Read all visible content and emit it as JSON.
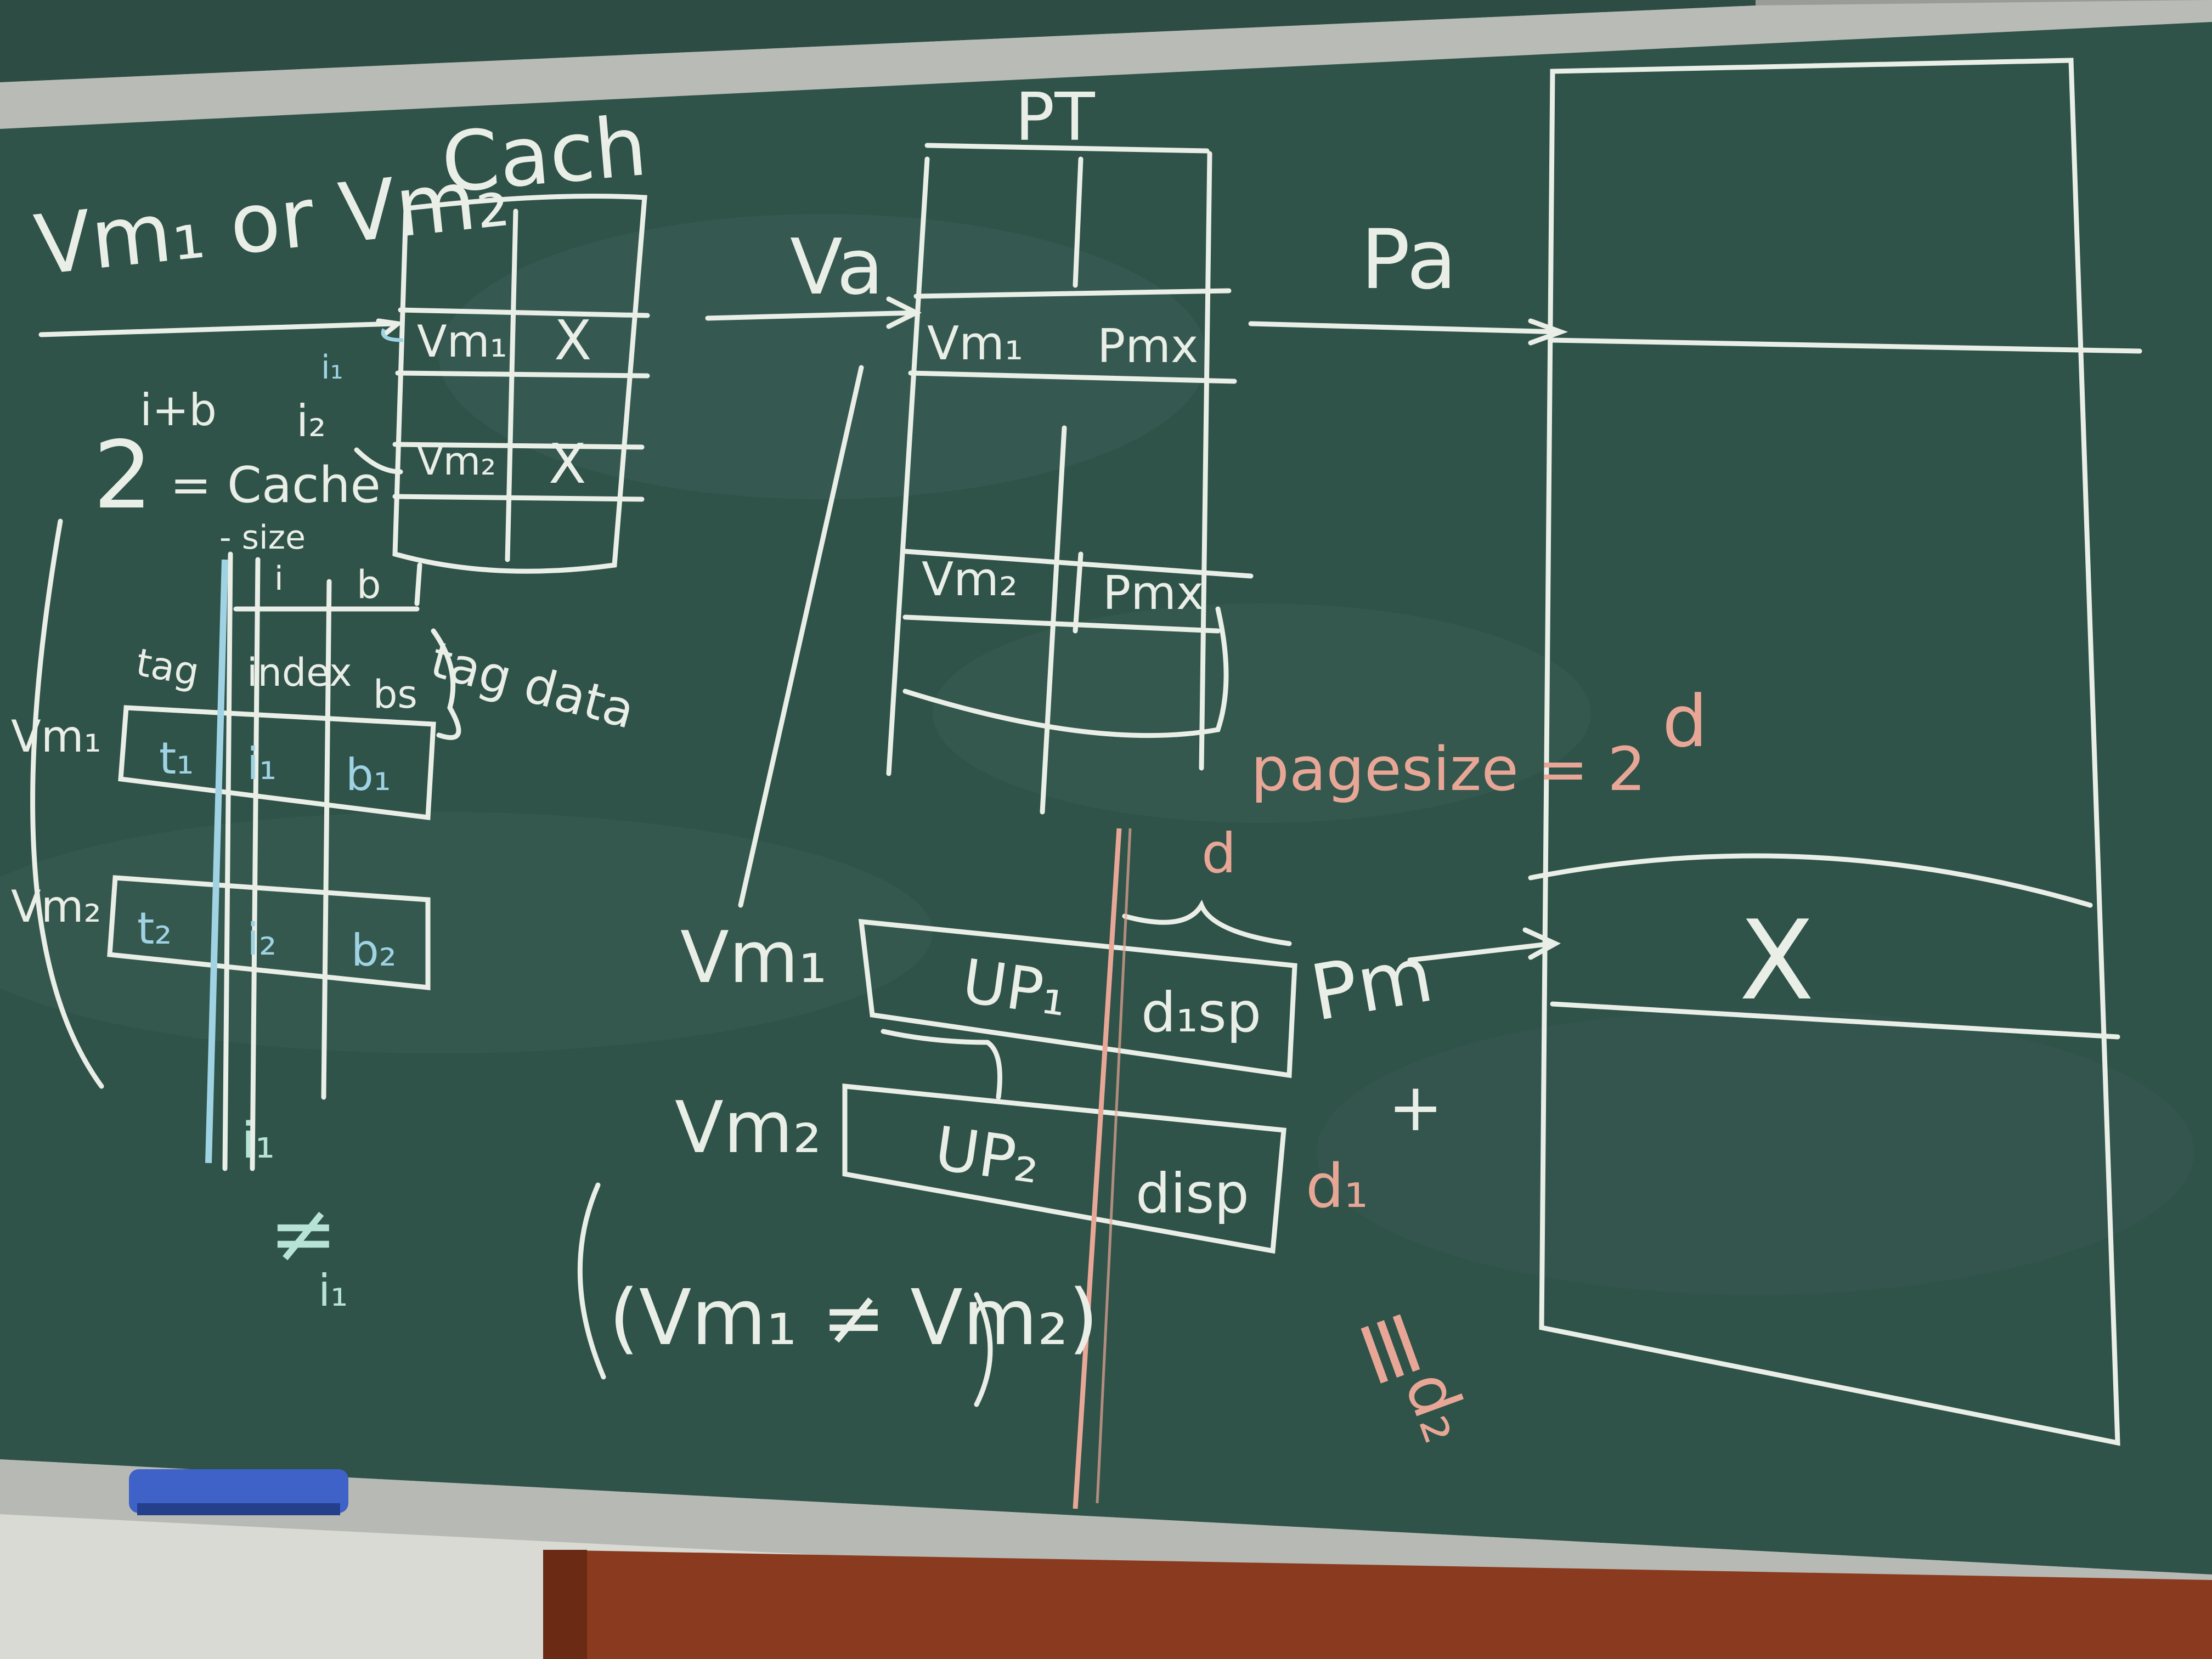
{
  "colors": {
    "board": "#2f5249",
    "board_dark": "#24423a",
    "chalk_white": "#e9eee7",
    "chalk_pink": "#e8a796",
    "chalk_blue": "#9fd3e3",
    "frame": "#b9bcb6",
    "eraser": "#3f62c9",
    "desk": "#8a3a1f",
    "wall": "#d9dad4"
  },
  "cache": {
    "vm_label": "Vm₁ or Vm₂",
    "title": "Cach",
    "row1_tag": "Vm₁",
    "row1_x": "X",
    "row2_tag": "Vm₂",
    "row2_x": "X",
    "i1": "i₁",
    "i2": "i₂",
    "exp": "i+b",
    "two": "2",
    "eq_cache": "= Cache",
    "size": "- size",
    "seg_i": "i",
    "seg_b": "b",
    "h_tag": "tag",
    "h_index": "index",
    "h_bs": "bs",
    "tag_data": "tag  data",
    "row_vm1": "Vm₁",
    "row_vm2": "Vm₂",
    "t1": "t₁",
    "c1": "i₁",
    "b1": "b₁",
    "t2": "t₂",
    "c2": "i₂",
    "b2": "b₂",
    "below_i1": "i₁",
    "neq": "≠",
    "below_i2": "i₁"
  },
  "page_table": {
    "title": "PT",
    "va": "Va",
    "r1_left": "Vm₁",
    "r1_right": "Pmx",
    "r2_left": "Vm₂",
    "r2_right": "Pmx"
  },
  "addr": {
    "vm1": "Vm₁",
    "vm2": "Vm₂",
    "up1": "UP₁",
    "up2": "UP₂",
    "disp1": "d₁sp",
    "disp2": "disp",
    "d": "d",
    "paren": "(Vm₁ ≠ Vm₂)"
  },
  "memory": {
    "pa": "Pa",
    "pagesize": "pagesize = 2",
    "pagesize_exp": "d",
    "pm": "Pm",
    "plus": "+",
    "x": "X",
    "d1": "d₁",
    "eq": "≡",
    "d2": "d₂"
  }
}
